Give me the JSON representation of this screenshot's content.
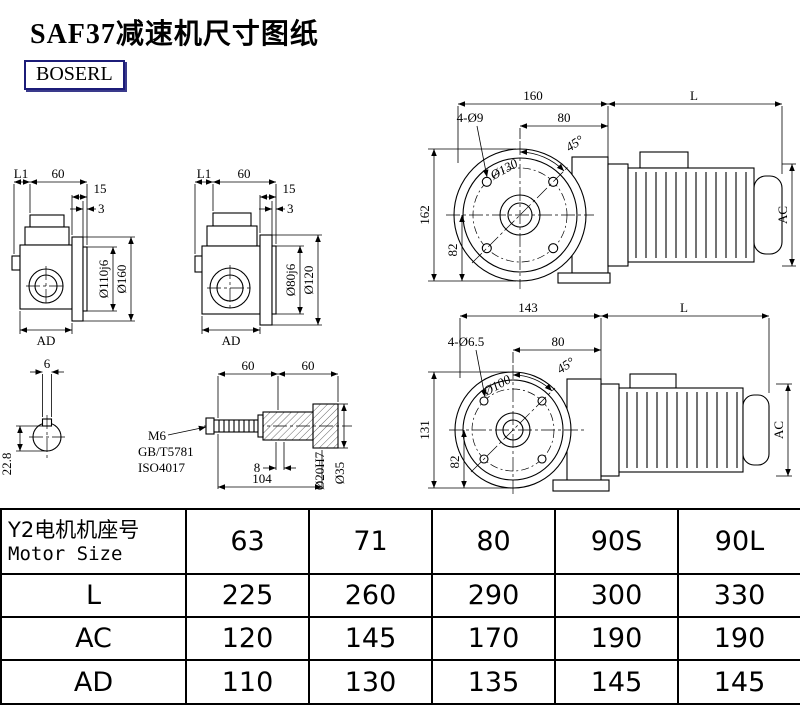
{
  "page": {
    "title": "SAF37减速机尺寸图纸",
    "brand": "BOSERL"
  },
  "views": {
    "side1": {
      "L1": "L1",
      "d60": "60",
      "d15": "15",
      "d3": "3",
      "spigot": "Ø110j6",
      "flange": "Ø160",
      "AD": "AD"
    },
    "side2": {
      "L1": "L1",
      "d60": "60",
      "d15": "15",
      "d3": "3",
      "spigot": "Ø80j6",
      "flange": "Ø120",
      "AD": "AD"
    },
    "front1": {
      "w": "160",
      "L": "L",
      "holes": "4-Ø9",
      "half": "80",
      "angle": "45°",
      "bolt_circle": "Ø130",
      "h": "162",
      "h2": "82",
      "AC": "AC"
    },
    "front2": {
      "w": "143",
      "L": "L",
      "holes": "4-Ø6.5",
      "half": "80",
      "angle": "45°",
      "bolt_circle": "Ø100",
      "h": "131",
      "h2": "82",
      "AC": "AC"
    },
    "key": {
      "w": "6",
      "h": "22.8"
    },
    "shaft": {
      "seg1": "60",
      "seg2": "60",
      "thread": "M6",
      "std1": "GB/T5781",
      "std2": "ISO4017",
      "d8": "8",
      "len": "104",
      "bore": "Ø20H7",
      "dia": "Ø35"
    }
  },
  "table": {
    "row_header_cn": "Y2电机机座号",
    "row_header_en": "Motor Size",
    "columns": [
      "63",
      "71",
      "80",
      "90S",
      "90L"
    ],
    "rows": [
      {
        "label": "L",
        "values": [
          "225",
          "260",
          "290",
          "300",
          "330"
        ]
      },
      {
        "label": "AC",
        "values": [
          "120",
          "145",
          "170",
          "190",
          "190"
        ]
      },
      {
        "label": "AD",
        "values": [
          "110",
          "130",
          "135",
          "145",
          "145"
        ]
      }
    ]
  }
}
